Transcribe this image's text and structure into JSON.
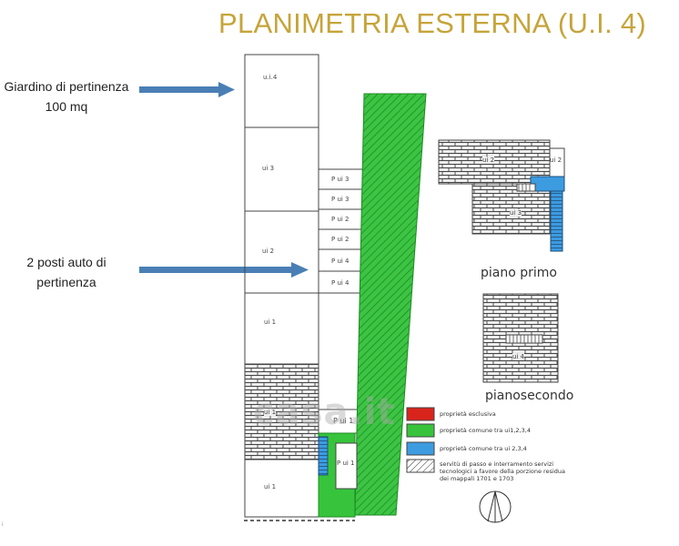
{
  "title": "PLANIMETRIA ESTERNA (U.I. 4)",
  "annotations": {
    "garden": "Giardino di pertinenza 100 mq",
    "parking": "2 posti auto di pertinenza"
  },
  "plan_labels": {
    "ui4": "u.i.4",
    "ui3": "ui 3",
    "ui2": "ui 2",
    "ui1_a": "ui 1",
    "ui1_b": "ui 1",
    "ui1_c": "ui 1",
    "pui3_a": "P ui 3",
    "pui3_b": "P ui 3",
    "pui2_a": "P ui 2",
    "pui2_b": "P ui 2",
    "pui4_a": "P ui 4",
    "pui4_b": "P ui 4",
    "pui1_a": "P ui 1",
    "pui1_b": "P ui 1",
    "f1_ui2": "ui 2",
    "f1_ui2b": "ui 2",
    "f1_ui3": "ui 3",
    "f2_ui4": "ui 4"
  },
  "floors": {
    "first": "piano primo",
    "second": "pianosecondo"
  },
  "legend": [
    {
      "color": "#d9241b",
      "pattern": "solid",
      "text": "proprietà esclusiva"
    },
    {
      "color": "#37c43c",
      "pattern": "solid",
      "text": "proprietà comune tra ui1,2,3,4"
    },
    {
      "color": "#3d9be0",
      "pattern": "solid",
      "text": "proprietà comune tra ui 2,3,4"
    },
    {
      "color": "#ffffff",
      "pattern": "hatched",
      "text": "servitù di passo e interramento servizi tecnologici a favore della porzione residua dei mappali 1701 e 1703"
    }
  ],
  "watermark": "casa.it",
  "colors": {
    "title": "#c6a43a",
    "arrow": "#4a7fb5",
    "green_area": "#37c43c",
    "blue_stair": "#3d9be0"
  }
}
